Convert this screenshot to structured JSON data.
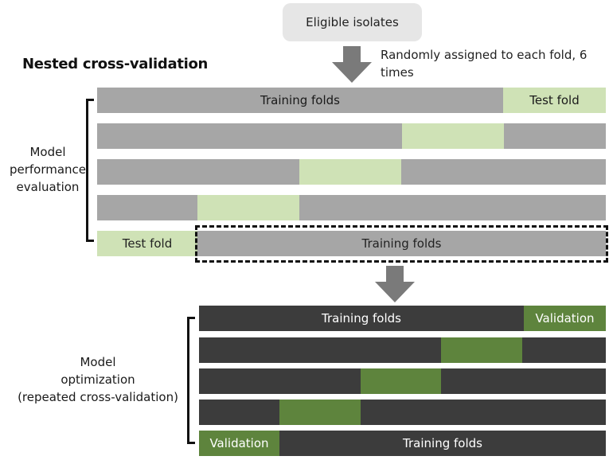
{
  "top_box": {
    "label": "Eligible isolates"
  },
  "title": "Nested cross-validation",
  "arrow_note": "Randomly assigned to each fold, 6 times",
  "outer": {
    "side_label_lines": [
      "Model",
      "performance",
      "evaluation"
    ],
    "training_label": "Training folds",
    "test_label": "Test fold",
    "colors": {
      "training": "#a6a6a6",
      "test": "#cfe2b6"
    }
  },
  "inner": {
    "side_label_lines": [
      "Model",
      "optimization",
      "(repeated cross-validation)"
    ],
    "training_label": "Training folds",
    "validation_label": "Validation",
    "colors": {
      "training": "#3c3c3c",
      "validation": "#5e843d"
    }
  },
  "arrow_color": "#7a7a7a"
}
